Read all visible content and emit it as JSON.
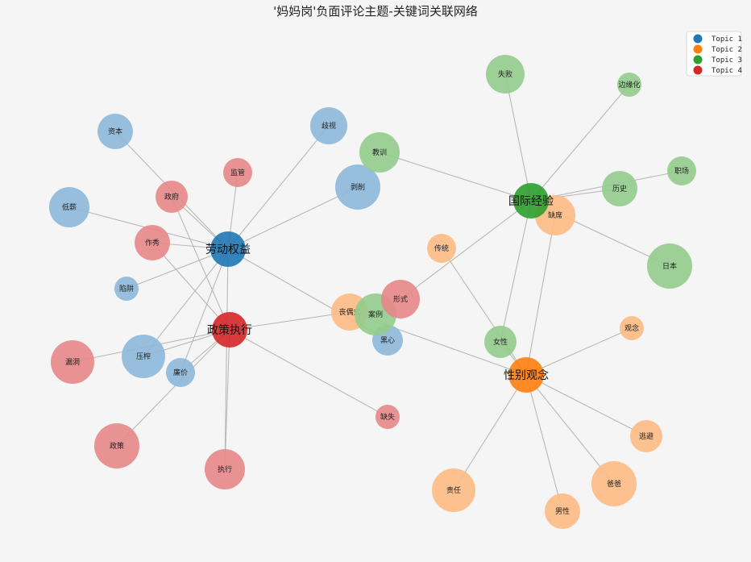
{
  "chart_data": {
    "type": "network",
    "title": "'妈妈岗'负面评论主题-关键词关联网络",
    "topics": [
      {
        "id": 1,
        "name": "Topic 1",
        "hub": "劳动权益",
        "color": "#1f77b4"
      },
      {
        "id": 2,
        "name": "Topic 2",
        "hub": "性别观念",
        "color": "#ff7f0e"
      },
      {
        "id": 3,
        "name": "Topic 3",
        "hub": "国际经验",
        "color": "#2ca02c"
      },
      {
        "id": 4,
        "name": "Topic 4",
        "hub": "政策执行",
        "color": "#d62728"
      }
    ],
    "legend_position": "top-right",
    "keywords": [
      {
        "word": "资本",
        "topic": 1,
        "weight": 0.45
      },
      {
        "word": "低薪",
        "topic": 1,
        "weight": 0.6
      },
      {
        "word": "陷阱",
        "topic": 1,
        "weight": 0.3
      },
      {
        "word": "歧视",
        "topic": 1,
        "weight": 0.55
      },
      {
        "word": "剥削",
        "topic": 1,
        "weight": 0.75
      },
      {
        "word": "压榨",
        "topic": 1,
        "weight": 0.6
      },
      {
        "word": "廉价",
        "topic": 1,
        "weight": 0.35
      },
      {
        "word": "黑心",
        "topic": 1,
        "weight": 0.4
      },
      {
        "word": "缺席",
        "topic": 2,
        "weight": 0.6
      },
      {
        "word": "传统",
        "topic": 2,
        "weight": 0.35
      },
      {
        "word": "丧偶式",
        "topic": 2,
        "weight": 0.55
      },
      {
        "word": "观念",
        "topic": 2,
        "weight": 0.28
      },
      {
        "word": "逃避",
        "topic": 2,
        "weight": 0.45
      },
      {
        "word": "爸爸",
        "topic": 2,
        "weight": 0.7
      },
      {
        "word": "男性",
        "topic": 2,
        "weight": 0.45
      },
      {
        "word": "责任",
        "topic": 2,
        "weight": 0.7
      },
      {
        "word": "失败",
        "topic": 3,
        "weight": 0.55
      },
      {
        "word": "边缘化",
        "topic": 3,
        "weight": 0.3
      },
      {
        "word": "教训",
        "topic": 3,
        "weight": 0.6
      },
      {
        "word": "职场",
        "topic": 3,
        "weight": 0.35
      },
      {
        "word": "历史",
        "topic": 3,
        "weight": 0.5
      },
      {
        "word": "日本",
        "topic": 3,
        "weight": 0.8
      },
      {
        "word": "女性",
        "topic": 3,
        "weight": 0.45
      },
      {
        "word": "案例",
        "topic": 3,
        "weight": 0.6
      },
      {
        "word": "政府",
        "topic": 4,
        "weight": 0.45
      },
      {
        "word": "监管",
        "topic": 4,
        "weight": 0.35
      },
      {
        "word": "作秀",
        "topic": 4,
        "weight": 0.5
      },
      {
        "word": "形式",
        "topic": 4,
        "weight": 0.55
      },
      {
        "word": "漏洞",
        "topic": 4,
        "weight": 0.7
      },
      {
        "word": "政策",
        "topic": 4,
        "weight": 0.8
      },
      {
        "word": "执行",
        "topic": 4,
        "weight": 0.65
      },
      {
        "word": "缺失",
        "topic": 4,
        "weight": 0.3
      }
    ],
    "edges": [
      [
        "劳动权益",
        "资本"
      ],
      [
        "劳动权益",
        "低薪"
      ],
      [
        "劳动权益",
        "陷阱"
      ],
      [
        "劳动权益",
        "歧视"
      ],
      [
        "劳动权益",
        "剥削"
      ],
      [
        "劳动权益",
        "压榨"
      ],
      [
        "劳动权益",
        "廉价"
      ],
      [
        "劳动权益",
        "黑心"
      ],
      [
        "劳动权益",
        "政府"
      ],
      [
        "劳动权益",
        "监管"
      ],
      [
        "劳动权益",
        "作秀"
      ],
      [
        "劳动权益",
        "执行"
      ],
      [
        "性别观念",
        "缺席"
      ],
      [
        "性别观念",
        "传统"
      ],
      [
        "性别观念",
        "丧偶式"
      ],
      [
        "性别观念",
        "观念"
      ],
      [
        "性别观念",
        "逃避"
      ],
      [
        "性别观念",
        "爸爸"
      ],
      [
        "性别观念",
        "男性"
      ],
      [
        "性别观念",
        "责任"
      ],
      [
        "性别观念",
        "女性"
      ],
      [
        "国际经验",
        "失败"
      ],
      [
        "国际经验",
        "边缘化"
      ],
      [
        "国际经验",
        "教训"
      ],
      [
        "国际经验",
        "职场"
      ],
      [
        "国际经验",
        "历史"
      ],
      [
        "国际经验",
        "日本"
      ],
      [
        "国际经验",
        "女性"
      ],
      [
        "国际经验",
        "缺席"
      ],
      [
        "国际经验",
        "形式"
      ],
      [
        "政策执行",
        "政府"
      ],
      [
        "政策执行",
        "作秀"
      ],
      [
        "政策执行",
        "漏洞"
      ],
      [
        "政策执行",
        "政策"
      ],
      [
        "政策执行",
        "执行"
      ],
      [
        "政策执行",
        "缺失"
      ],
      [
        "政策执行",
        "丧偶式"
      ],
      [
        "政策执行",
        "压榨"
      ],
      [
        "政策执行",
        "廉价"
      ]
    ]
  }
}
